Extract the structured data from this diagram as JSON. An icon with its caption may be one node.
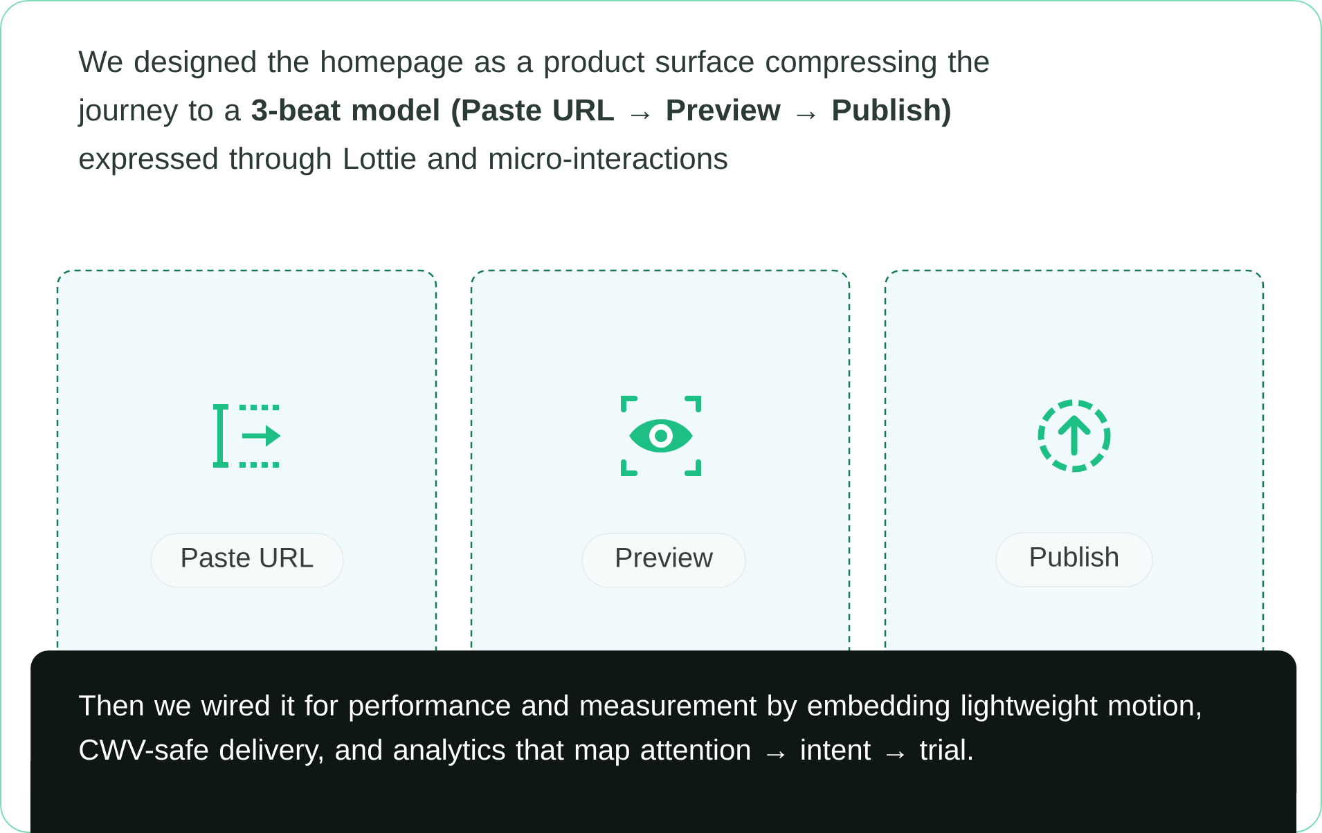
{
  "diagram": {
    "title": "We designed the homepage as a product surface compressing the journey to a **3-beat model (Paste URL → Preview → Publish)** expressed through Lottie and micro-interactions",
    "nodes": [
      {
        "text": [
          "Paste URL"
        ]
      },
      {
        "text": [
          "Preview"
        ]
      },
      {
        "text": [
          "Publish"
        ]
      },
      {
        "text": [
          "Then we wired it for performance and measurement by embedding lightweight motion, CWV-safe delivery, and analytics that map attention → intent → trial."
        ]
      }
    ]
  }
}
